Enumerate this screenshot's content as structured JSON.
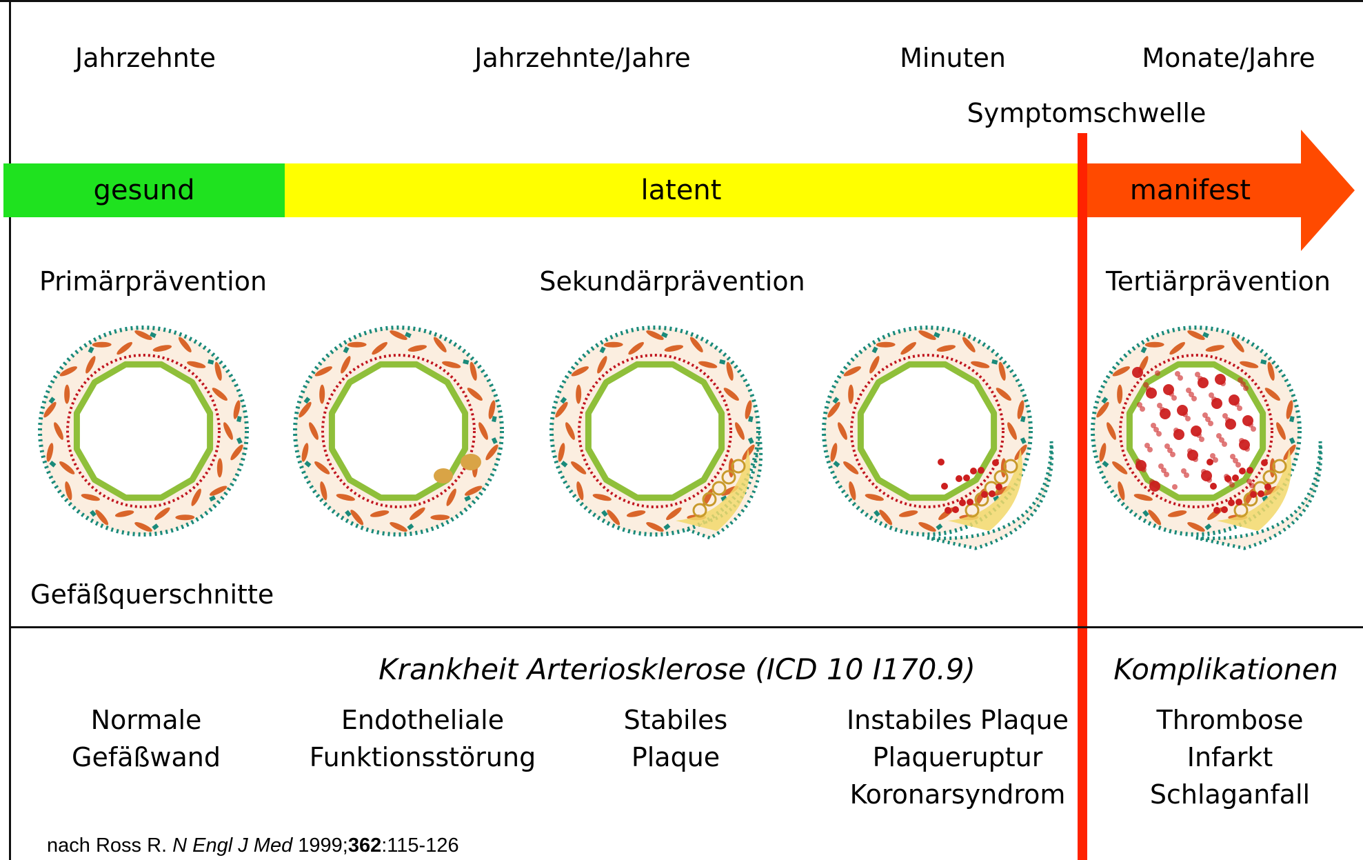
{
  "timeline": {
    "durations": [
      "Jahrzehnte",
      "Jahrzehnte/Jahre",
      "Minuten",
      "Monate/Jahre"
    ],
    "threshold_label": "Symptomschwelle",
    "phases": [
      {
        "label": "gesund",
        "color": "#1fe21f"
      },
      {
        "label": "latent",
        "color": "#ffff00"
      },
      {
        "label": "manifest",
        "color": "#ff4a00"
      }
    ],
    "threshold_color": "#ff2200"
  },
  "prevention": [
    "Primärprävention",
    "Sekundärprävention",
    "Tertiärprävention"
  ],
  "cross_section_label": "Gefäßquerschnitte",
  "headings": {
    "disease": "Krankheit Arteriosklerose (ICD 10 I170.9)",
    "complications": "Komplikationen"
  },
  "stages": [
    {
      "lines": [
        "Normale",
        "Gefäßwand"
      ]
    },
    {
      "lines": [
        "Endotheliale",
        "Funktionsstörung"
      ]
    },
    {
      "lines": [
        "Stabiles",
        "Plaque"
      ]
    },
    {
      "lines": [
        "Instabiles Plaque",
        "Plaqueruptur",
        "Koronarsyndrom"
      ]
    },
    {
      "lines": [
        "Thrombose",
        "Infarkt",
        "Schlaganfall"
      ]
    }
  ],
  "citation": {
    "prefix": "nach Ross R. ",
    "journal": "N Engl J Med",
    "year": " 1999;",
    "volume": "362",
    "pages": ":115-126"
  },
  "vessel_colors": {
    "outer_dots": "#1a8a7a",
    "wall_fill": "#fbeee0",
    "smooth_muscle": "#d9652a",
    "internal_lamina": "#c0141e",
    "endothelium": "#8fbf3a",
    "plaque": "#f2d86b",
    "blood_cells": "#cc1f1f"
  }
}
